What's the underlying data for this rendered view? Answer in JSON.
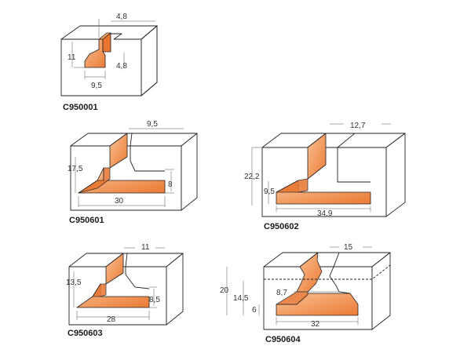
{
  "colors": {
    "profile_light": "#f7b27a",
    "profile_dark": "#e8742f",
    "line": "#222222"
  },
  "items": [
    {
      "code": "C950001",
      "dims": [
        "4,8",
        "11",
        "4,8",
        "9,5"
      ]
    },
    {
      "code": "C950601",
      "dims": [
        "9,5",
        "17,5",
        "8",
        "30"
      ]
    },
    {
      "code": "C950602",
      "dims": [
        "12,7",
        "22,2",
        "9,5",
        "34,9"
      ]
    },
    {
      "code": "C950603",
      "dims": [
        "11",
        "13,5",
        "8,5",
        "28"
      ]
    },
    {
      "code": "C950604",
      "dims": [
        "15",
        "20",
        "8,7",
        "14,5",
        "6",
        "32"
      ]
    }
  ]
}
